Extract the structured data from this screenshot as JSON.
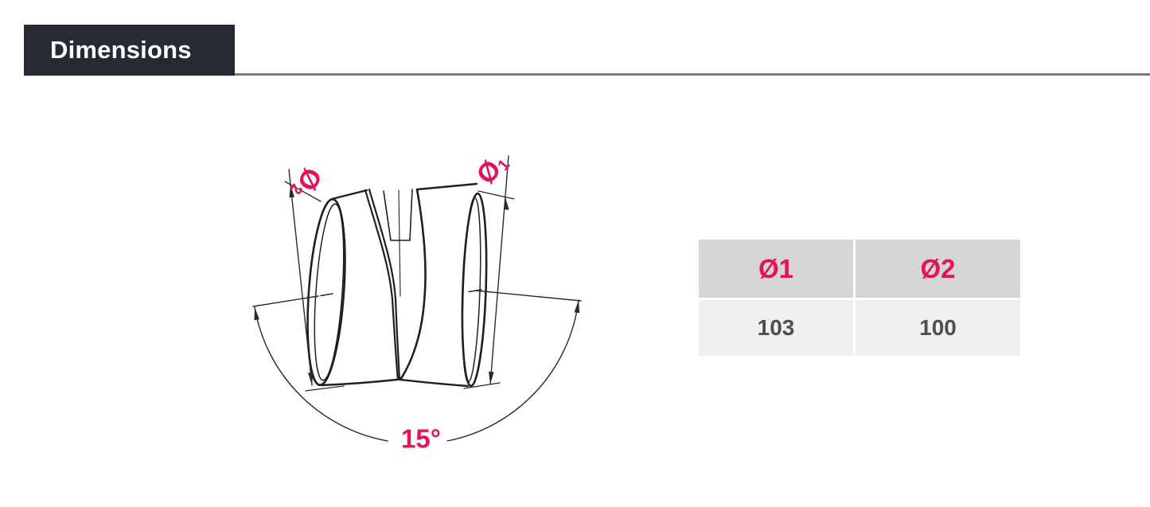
{
  "page": {
    "background": "#ffffff"
  },
  "header": {
    "title": "Dimensions",
    "box_color": "#262a32",
    "text_color": "#ffffff",
    "rule_color": "#7d7d7d"
  },
  "diagram": {
    "type": "technical-drawing",
    "description": "Round duct connector bent at 15 degrees, shown with diameter dimension lines and angular dimension arc",
    "line_color": "#1f1f1f",
    "accent_color": "#e2135a",
    "labels": {
      "d2": {
        "symbol": "Ø",
        "index": "2"
      },
      "d1": {
        "symbol": "Ø",
        "index": "1"
      },
      "angle": "15°"
    }
  },
  "table": {
    "header_bg": "#d5d5d5",
    "row_bg": "#f0f0f0",
    "header_text_color": "#e2135a",
    "value_text_color": "#4e4e4e",
    "headers": [
      "Ø1",
      "Ø2"
    ],
    "rows": [
      [
        "103",
        "100"
      ]
    ]
  }
}
